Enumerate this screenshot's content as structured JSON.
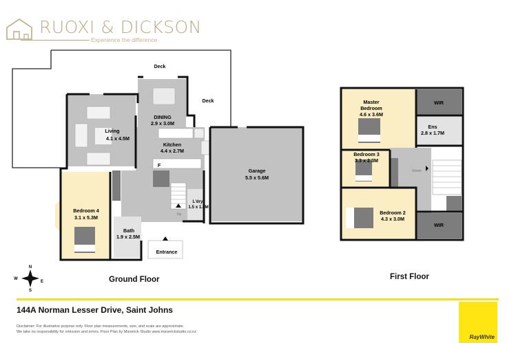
{
  "brand": {
    "name": "RUOXI & DICKSON",
    "tagline": "Experience the difference",
    "logo_icon": "house-outline-icon",
    "color": "#bba98a"
  },
  "ground_floor": {
    "label": "Ground Floor",
    "rooms": {
      "deck_top": {
        "name": "Deck"
      },
      "deck_side": {
        "name": "Deck"
      },
      "dining": {
        "name": "DINING",
        "size": "2.9 x 3.0M"
      },
      "living": {
        "name": "Living",
        "size": "4.1 x 4.5M"
      },
      "kitchen": {
        "name": "Kitchen",
        "size": "4.4 x 2.7M"
      },
      "fridge": {
        "name": "F"
      },
      "garage": {
        "name": "Garage",
        "size": "5.5 x 5.6M"
      },
      "laundry": {
        "name": "L'dry",
        "size": "1.5 x 1.8M"
      },
      "bedroom4": {
        "name": "Bedroom 4",
        "size": "3.1 x 5.3M"
      },
      "bath": {
        "name": "Bath",
        "size": "1.9 x 2.5M"
      },
      "entrance": {
        "name": "Entrance"
      },
      "stairs": {
        "label": "Up"
      }
    }
  },
  "first_floor": {
    "label": "First Floor",
    "rooms": {
      "master": {
        "name_line1": "Master",
        "name_line2": "Bedroom",
        "size": "4.6 x 3.6M"
      },
      "wir_top": {
        "name": "WIR"
      },
      "ensuite": {
        "name": "Ens",
        "size": "2.8 x 1.7M"
      },
      "bedroom3": {
        "name": "Bedroom 3",
        "size": "3.3 x 2.3M"
      },
      "bedroom2": {
        "name": "Bedroom 2",
        "size": "4.3 x 3.0M"
      },
      "wir_bottom": {
        "name": "WIR"
      },
      "stairs": {
        "label": "Down"
      }
    }
  },
  "compass": {
    "n": "N",
    "s": "S",
    "e": "E",
    "w": "W"
  },
  "address": "144A Norman Lesser Drive, Saint Johns",
  "disclaimer": {
    "line1": "Disclaimer: For illustrative purpose only. Floor plan measurements, size, and scale are approximate.",
    "line2": "We take no responsibility for omission and errors. Floor Plan by Maverick Studio www.maverickstudio.co.nz"
  },
  "agency": {
    "name": "RayWhite",
    "color": "#ffe512"
  },
  "colors": {
    "bedroom": "#fbeec4",
    "living": "#c2c2c2",
    "wet": "#e3e3e3",
    "wir": "#7d7d7d",
    "accent_line": "#f6dd1e"
  }
}
